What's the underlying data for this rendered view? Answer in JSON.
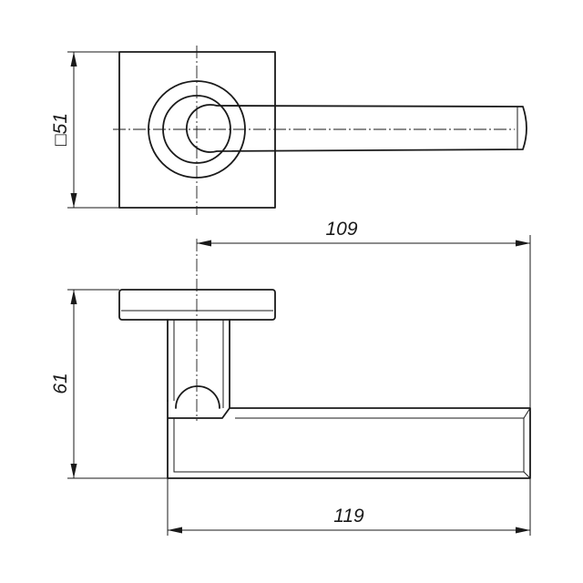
{
  "diagram": {
    "dimensions": {
      "rose_size": "51",
      "rose_square_symbol": "□",
      "projection_length": "109",
      "height": "61",
      "overall_length": "119"
    }
  }
}
